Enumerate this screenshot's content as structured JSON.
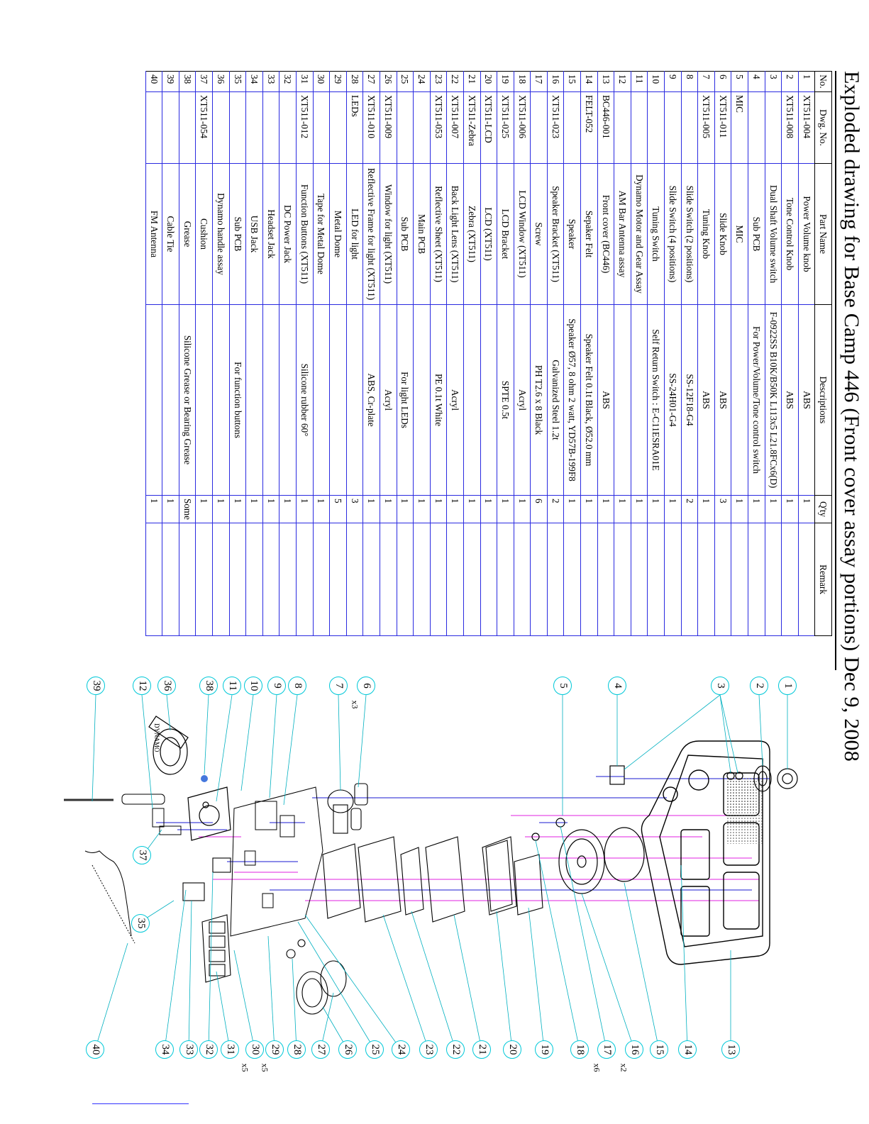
{
  "title": "Exploded drawing for Base Camp 446 (Front cover assay portions) Dec 9, 2008",
  "table": {
    "headers": [
      "No.",
      "Dwg. No.",
      "Part Name",
      "Descriptions",
      "Q'ty",
      "Remark"
    ],
    "rows": [
      {
        "no": "1",
        "dwg": "XT511-004",
        "name": "Power Volume knob",
        "desc": "ABS",
        "qty": "1",
        "remark": ""
      },
      {
        "no": "2",
        "dwg": "XT511-008",
        "name": "Tone Control Knob",
        "desc": "ABS",
        "qty": "1",
        "remark": ""
      },
      {
        "no": "3",
        "dwg": "",
        "name": "Dual Shaft Volume switch",
        "desc": "F-0922SS B10K/B50K L113x5 L21.8FCx6(D)",
        "qty": "1",
        "remark": ""
      },
      {
        "no": "4",
        "dwg": "",
        "name": "Sub PCB",
        "desc": "For Power/Volume/Tone control switch",
        "qty": "1",
        "remark": ""
      },
      {
        "no": "5",
        "dwg": "MIC",
        "name": "MIC",
        "desc": "",
        "qty": "1",
        "remark": ""
      },
      {
        "no": "6",
        "dwg": "XT511-011",
        "name": "Slide Knob",
        "desc": "ABS",
        "qty": "3",
        "remark": ""
      },
      {
        "no": "7",
        "dwg": "XT511-005",
        "name": "Tuning Knob",
        "desc": "ABS",
        "qty": "1",
        "remark": ""
      },
      {
        "no": "8",
        "dwg": "",
        "name": "Slide Switch (2 positions)",
        "desc": "SS-12F18-G4",
        "qty": "2",
        "remark": ""
      },
      {
        "no": "9",
        "dwg": "",
        "name": "Slide Switch (4 positions)",
        "desc": "SS-24H01-G4",
        "qty": "1",
        "remark": ""
      },
      {
        "no": "10",
        "dwg": "",
        "name": "Tuning Switch",
        "desc": "Self Return Switch : E-C11ESRA01E",
        "qty": "1",
        "remark": ""
      },
      {
        "no": "11",
        "dwg": "",
        "name": "Dynamo Motor and Gear Assay",
        "desc": "",
        "qty": "1",
        "remark": ""
      },
      {
        "no": "12",
        "dwg": "",
        "name": "AM Bar Antenna assay",
        "desc": "",
        "qty": "1",
        "remark": ""
      },
      {
        "no": "13",
        "dwg": "BC446-001",
        "name": "Front cover (BC446)",
        "desc": "ABS",
        "qty": "1",
        "remark": ""
      },
      {
        "no": "14",
        "dwg": "FELT-052",
        "name": "Sepaker Felt",
        "desc": "Speaker Felt 0.1t Black, Ø52.0 mm",
        "qty": "1",
        "remark": ""
      },
      {
        "no": "15",
        "dwg": "",
        "name": "Speaker",
        "desc": "Speaker Ø57, 8 ohm 2 watt, YD57B-199F8",
        "qty": "1",
        "remark": ""
      },
      {
        "no": "16",
        "dwg": "XT511-023",
        "name": "Speaker Bracket (XT511)",
        "desc": "Galvanized Steel 1.2t",
        "qty": "2",
        "remark": ""
      },
      {
        "no": "17",
        "dwg": "",
        "name": "Screw",
        "desc": "PH T2.6 x 8 Black",
        "qty": "6",
        "remark": ""
      },
      {
        "no": "18",
        "dwg": "XT511-006",
        "name": "LCD Window (XT511)",
        "desc": "Acryl",
        "qty": "1",
        "remark": ""
      },
      {
        "no": "19",
        "dwg": "XT511-025",
        "name": "LCD Bracket",
        "desc": "SPTE 0.5t",
        "qty": "1",
        "remark": ""
      },
      {
        "no": "20",
        "dwg": "XT511-LCD",
        "name": "LCD (XT511)",
        "desc": "",
        "qty": "1",
        "remark": ""
      },
      {
        "no": "21",
        "dwg": "XT511-Zebra",
        "name": "Zebra (XT511)",
        "desc": "",
        "qty": "1",
        "remark": ""
      },
      {
        "no": "22",
        "dwg": "XT511-007",
        "name": "Back Light Lens (XT511)",
        "desc": "Acryl",
        "qty": "1",
        "remark": ""
      },
      {
        "no": "23",
        "dwg": "XT511-053",
        "name": "Reflective Sheet (XT511)",
        "desc": "PE 0.1t White",
        "qty": "1",
        "remark": ""
      },
      {
        "no": "24",
        "dwg": "",
        "name": "Main PCB",
        "desc": "",
        "qty": "1",
        "remark": ""
      },
      {
        "no": "25",
        "dwg": "",
        "name": "Sub PCB",
        "desc": "For light LEDs",
        "qty": "1",
        "remark": ""
      },
      {
        "no": "26",
        "dwg": "XT511-009",
        "name": "Window for light (XT511)",
        "desc": "Acryl",
        "qty": "1",
        "remark": ""
      },
      {
        "no": "27",
        "dwg": "XT511-010",
        "name": "Reflective Frame for light (XT511)",
        "desc": "ABS, Cr-plate",
        "qty": "1",
        "remark": ""
      },
      {
        "no": "28",
        "dwg": "LEDs",
        "name": "LED for light",
        "desc": "",
        "qty": "3",
        "remark": ""
      },
      {
        "no": "29",
        "dwg": "",
        "name": "Metal Dome",
        "desc": "",
        "qty": "5",
        "remark": ""
      },
      {
        "no": "30",
        "dwg": "",
        "name": "Tape for Metal Dome",
        "desc": "",
        "qty": "1",
        "remark": ""
      },
      {
        "no": "31",
        "dwg": "XT511-012",
        "name": "Function Buttons (XT511)",
        "desc": "Silicone rubber 60°",
        "qty": "1",
        "remark": ""
      },
      {
        "no": "32",
        "dwg": "",
        "name": "DC Power Jack",
        "desc": "",
        "qty": "1",
        "remark": ""
      },
      {
        "no": "33",
        "dwg": "",
        "name": "Headset Jack",
        "desc": "",
        "qty": "1",
        "remark": ""
      },
      {
        "no": "34",
        "dwg": "",
        "name": "USB Jack",
        "desc": "",
        "qty": "1",
        "remark": ""
      },
      {
        "no": "35",
        "dwg": "",
        "name": "Sub PCB",
        "desc": "For function buttons",
        "qty": "1",
        "remark": ""
      },
      {
        "no": "36",
        "dwg": "",
        "name": "Dynamo handle assay",
        "desc": "",
        "qty": "1",
        "remark": ""
      },
      {
        "no": "37",
        "dwg": "XT511-054",
        "name": "Cushion",
        "desc": "",
        "qty": "1",
        "remark": ""
      },
      {
        "no": "38",
        "dwg": "",
        "name": "Grease",
        "desc": "Silicone Grease or Bearing Grease",
        "qty": "Some",
        "remark": ""
      },
      {
        "no": "39",
        "dwg": "",
        "name": "Cable Tie",
        "desc": "",
        "qty": "1",
        "remark": ""
      },
      {
        "no": "40",
        "dwg": "",
        "name": "FM Antenna",
        "desc": "",
        "qty": "1",
        "remark": ""
      }
    ]
  },
  "callouts_top": [
    "1",
    "2",
    "3",
    "4",
    "5",
    "6",
    "7",
    "8",
    "9",
    "10",
    "11",
    "38",
    "36",
    "12",
    "39"
  ],
  "callouts_bottom": [
    "13",
    "14",
    "15",
    "16",
    "17",
    "18",
    "19",
    "20",
    "21",
    "22",
    "23",
    "24",
    "25",
    "26",
    "27",
    "28",
    "29",
    "30",
    "31",
    "32",
    "33",
    "34",
    "40"
  ],
  "callouts_mid": [
    "37",
    "35"
  ],
  "multipliers": {
    "6": "x3",
    "16": "x2",
    "17": "x6",
    "29": "x5",
    "30": "x5"
  },
  "dynamo_handle_label": "DYNAMO",
  "colors": {
    "table_lines": "#2a2ae0",
    "callout_ring": "#00c8d8",
    "leader": "#00b0c0",
    "axis_blue": "#1a1ad0",
    "axis_magenta": "#e020e0"
  }
}
